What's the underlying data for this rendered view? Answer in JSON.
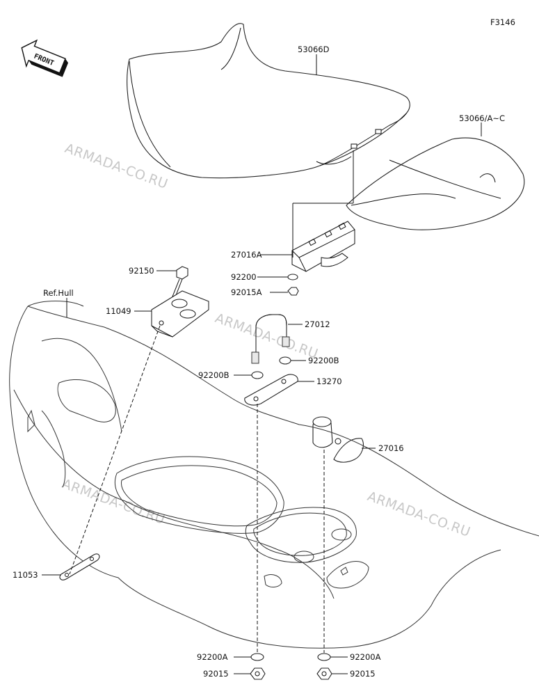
{
  "figure_code": "F3146",
  "front_indicator": "FRONT",
  "watermark": "ARMADA-CO.RU",
  "reference_label": "Ref.Hull",
  "part_labels": {
    "seat_main": "53066D",
    "seat_cover": "53066/A~C",
    "latch": "27016A",
    "washer_latch": "92200",
    "nut_latch": "92015A",
    "bolt": "92150",
    "plate_bracket": "11049",
    "u_bolt": "27012",
    "washer_b_right": "92200B",
    "washer_b_left": "92200B",
    "plate_u": "13270",
    "hook": "27016",
    "strap": "11053",
    "washer_a_left": "92200A",
    "washer_a_right": "92200A",
    "nut_left": "92015",
    "nut_right": "92015"
  }
}
